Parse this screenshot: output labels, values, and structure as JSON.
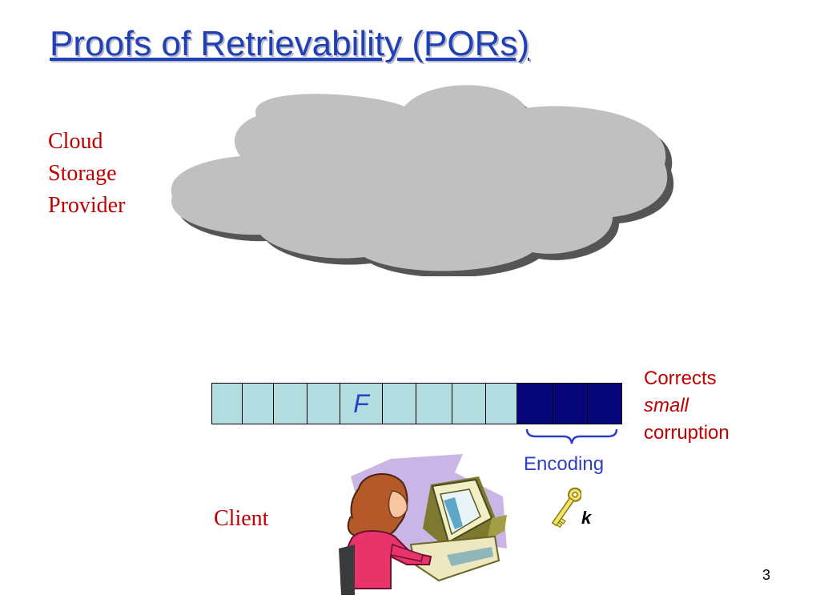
{
  "title": "Proofs of Retrievability (PORs)",
  "cloud_label": [
    "Cloud",
    "Storage",
    "Provider"
  ],
  "client_label": "Client",
  "file_block_label": "F",
  "corrects": {
    "line1": "Corrects",
    "line2": "small",
    "line3": "corruption"
  },
  "encoding_label": "Encoding",
  "key_label": "k",
  "page_number": "3",
  "colors": {
    "title": "#1f3fb5",
    "red_text": "#c00000",
    "data_block": "#b4dde1",
    "encoding_block": "#06067a",
    "cloud": "#c0c0c0"
  }
}
